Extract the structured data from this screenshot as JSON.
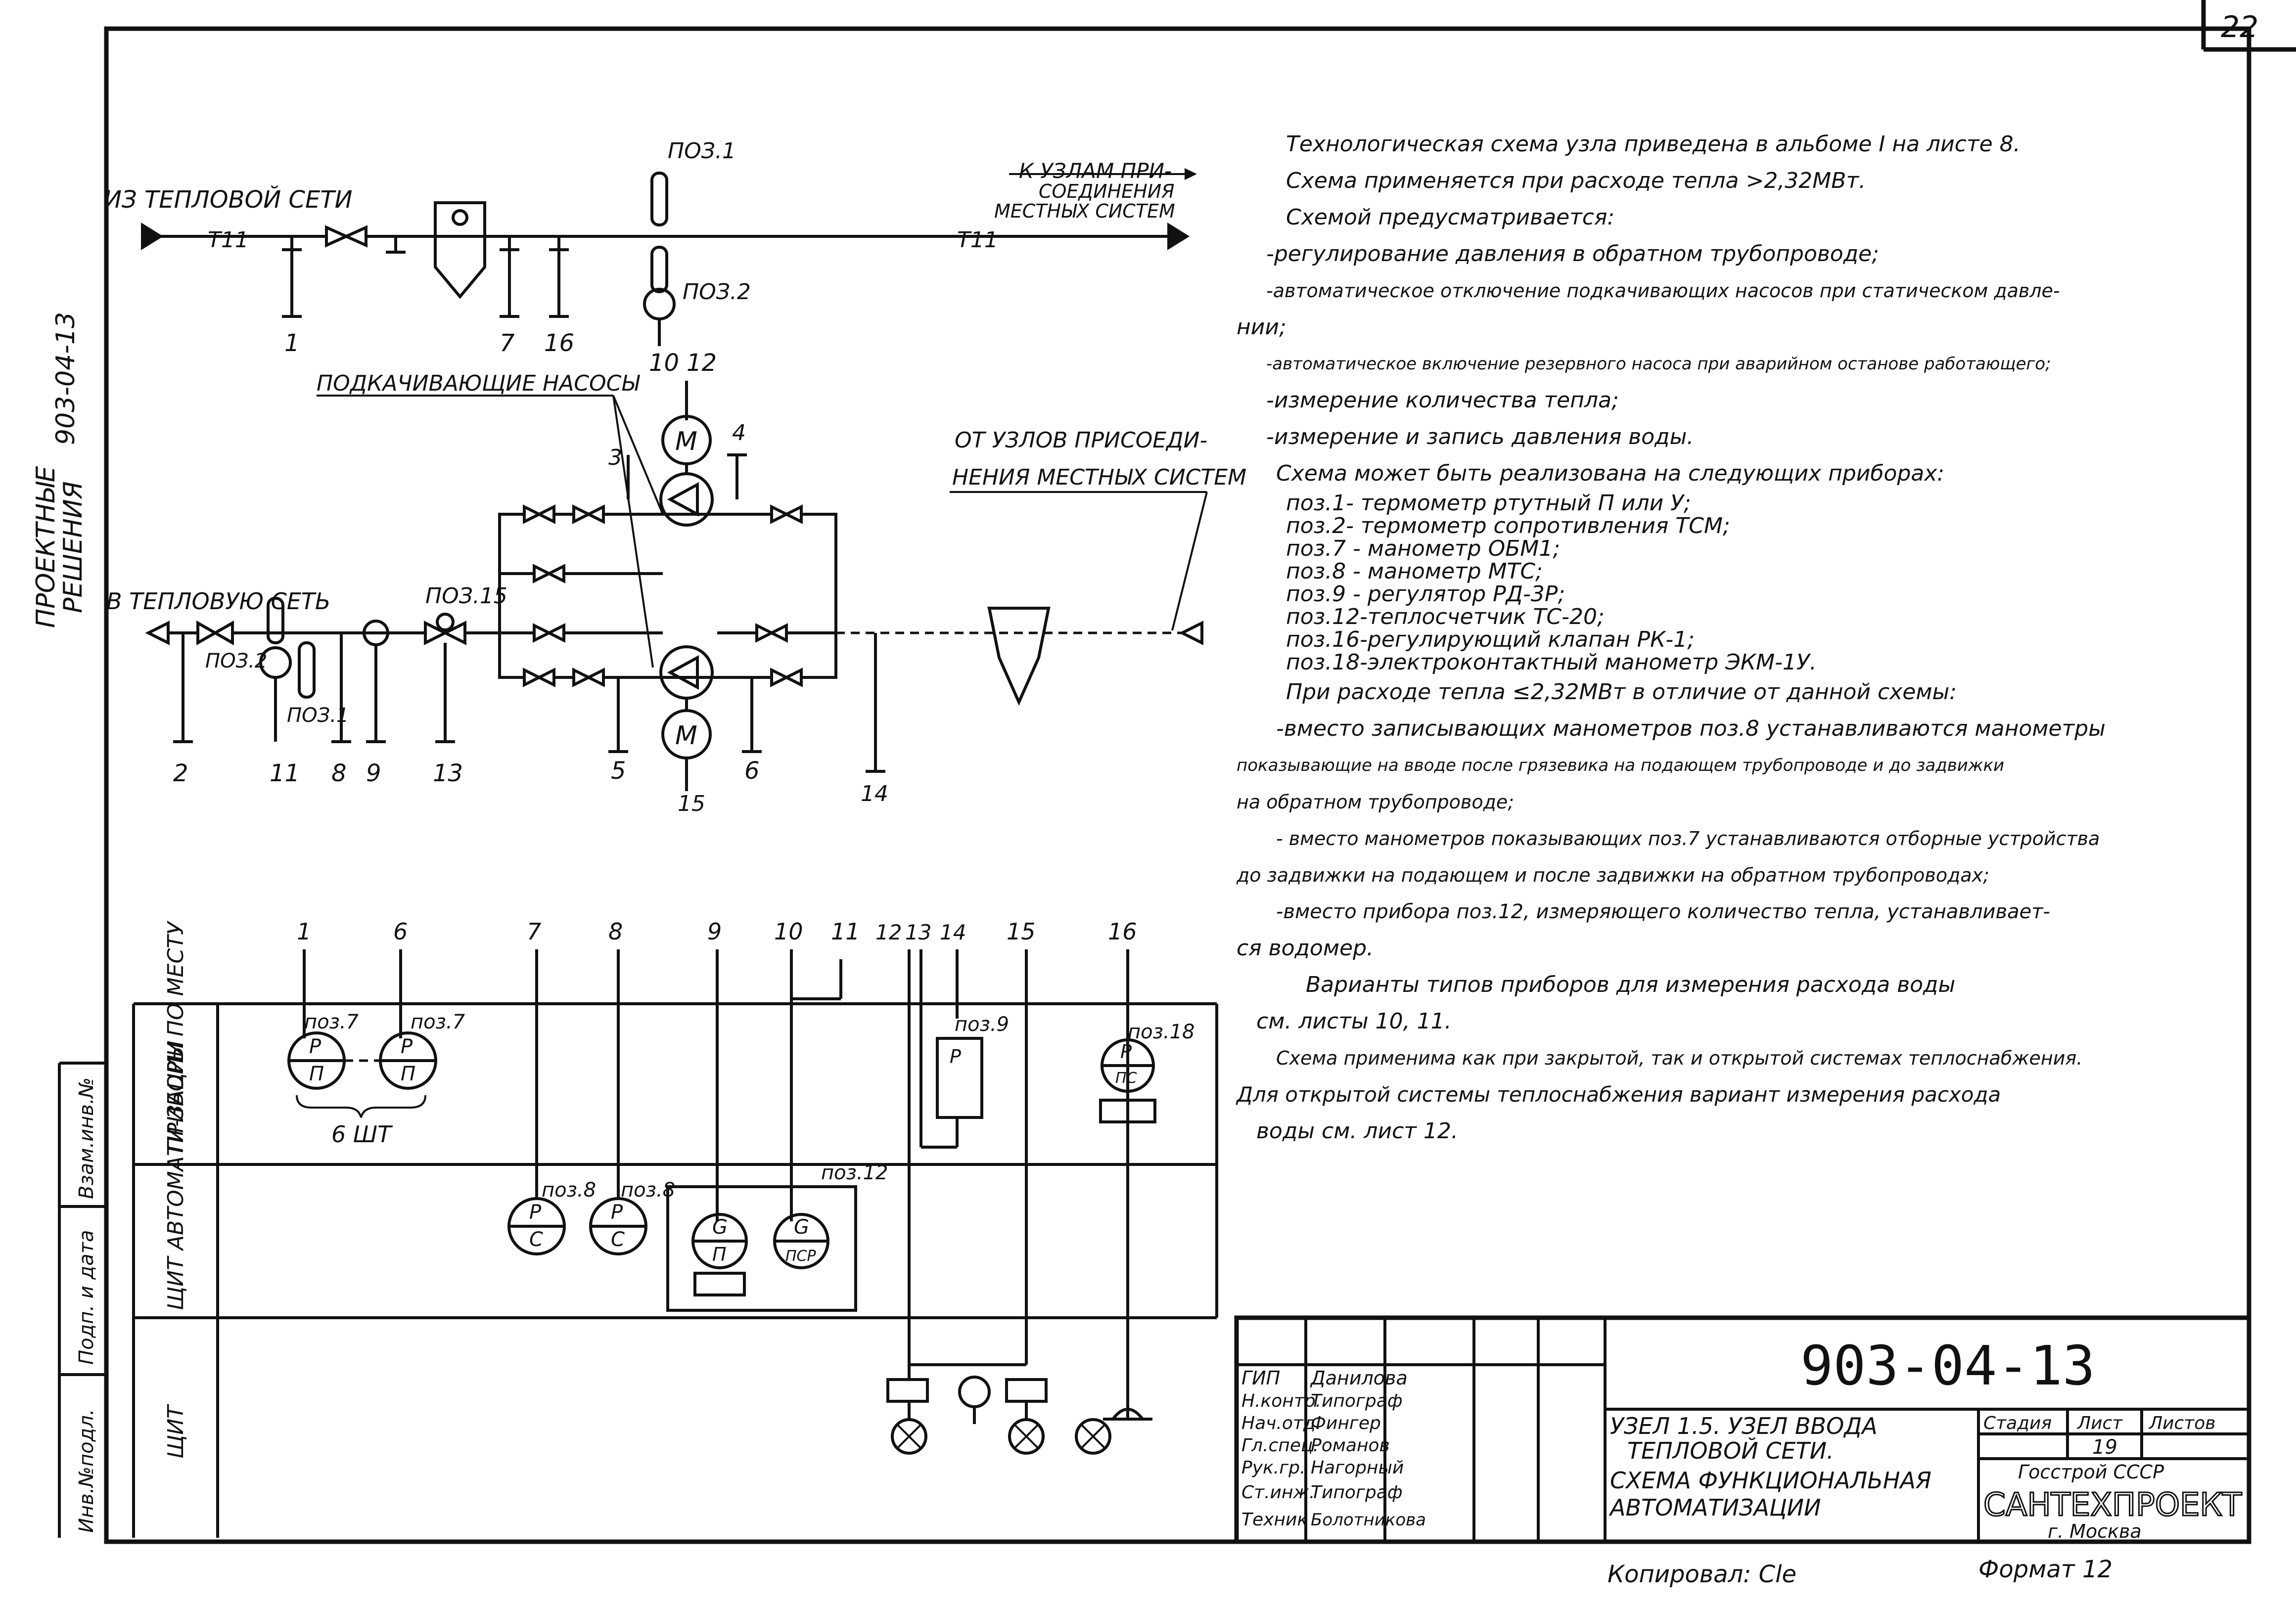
{
  "sheet_number": "22",
  "left_margin": {
    "project_code": "903-04-13",
    "section_title_1": "ПРОЕКТНЫЕ",
    "section_title_2": "РЕШЕНИЯ",
    "stamp_cols": [
      "Инв.№подл.",
      "Подп. и дата",
      "Взам.инв.№"
    ]
  },
  "scheme": {
    "from_network": "ИЗ ТЕПЛОВОЙ СЕТИ",
    "pipe_t11": "T11",
    "to_nodes_line1": "К УЗЛАМ ПРИ-",
    "to_nodes_line2": "СОЕДИНЕНИЯ",
    "to_nodes_line3": "МЕСТНЫХ СИСТЕМ",
    "to_network": "В ТЕПЛОВУЮ СЕТЬ",
    "from_nodes_line1": "ОТ УЗЛОВ ПРИСОЕДИ-",
    "from_nodes_line2": "НЕНИЯ МЕСТНЫХ СИСТЕМ",
    "booster_pumps": "ПОДКАЧИВАЮЩИЕ НАСОСЫ",
    "motor": "М",
    "pos_labels": {
      "p1": "ПОЗ.1",
      "p2": "ПОЗ.2",
      "p2b": "ПОЗ.2",
      "p1b": "ПОЗ.1",
      "p15": "ПОЗ.15"
    },
    "numbers": {
      "n1": "1",
      "n7": "7",
      "n16": "16",
      "n10": "10",
      "n12": "12",
      "n4": "4",
      "n3": "3",
      "n2": "2",
      "n11": "11",
      "n8": "8",
      "n9": "9",
      "n13": "13",
      "n5": "5",
      "n6": "6",
      "n15": "15",
      "n14": "14"
    }
  },
  "instrument_table": {
    "rows": [
      "ПРИБОРЫ ПО МЕСТУ",
      "ЩИТ АВТОМАТИ-ЗАЦИИ",
      "ЩИТ"
    ],
    "top_numbers": [
      "1",
      "6",
      "7",
      "8",
      "9",
      "10",
      "11",
      "12",
      "13",
      "14",
      "15",
      "16"
    ],
    "pos7": "поз.7",
    "six_pcs": "6 ШТ",
    "pos8": "поз.8",
    "pos12": "поз.12",
    "pos9": "поз.9",
    "pos18": "поз.18",
    "sym_p": "P",
    "sym_pi": "П",
    "sym_c": "С",
    "sym_g": "G",
    "sym_pcp": "ПСР",
    "sym_pc": "ПС"
  },
  "notes": [
    "Технологическая схема узла приведена в альбоме I на листе 8.",
    "Схема применяется при расходе тепла >2,32МВт.",
    "Схемой предусматривается:",
    "-регулирование давления в обратном трубопроводе;",
    "-автоматическое отключение подкачивающих насосов при статическом давле-",
    "нии;",
    "-автоматическое включение резервного насоса при аварийном останове работающего;",
    "-измерение количества тепла;",
    "-измерение и запись давления воды.",
    "Схема может быть реализована на следующих приборах:",
    "поз.1- термометр ртутный П или У;",
    "поз.2- термометр сопротивления ТСМ;",
    "поз.7 - манометр ОБМ1;",
    "поз.8 - манометр МТС;",
    "поз.9 - регулятор РД-3Р;",
    "поз.12-теплосчетчик ТС-20;",
    "поз.16-регулирующий клапан РК-1;",
    "поз.18-электроконтактный манометр ЭКМ-1У.",
    "При расходе тепла ≤2,32МВт в отличие от данной схемы:",
    "-вместо записывающих манометров поз.8 устанавливаются манометры",
    "показывающие на вводе после грязевика на подающем трубопроводе и до задвижки",
    "на обратном трубопроводе;",
    "- вместо манометров показывающих поз.7 устанавливаются отборные устройства",
    "до задвижки на подающем и после задвижки на обратном трубопроводах;",
    "-вместо прибора поз.12, измеряющего количество тепла, устанавливает-",
    "ся водомер.",
    "Варианты типов приборов для измерения расхода воды",
    "см. листы 10, 11.",
    "Схема применима как при закрытой, так и открытой системах теплоснабжения.",
    "Для открытой системы теплоснабжения вариант измерения расхода",
    "воды см. лист 12."
  ],
  "title_block": {
    "doc_code": "903-04-13",
    "people": [
      {
        "role": "ГИП",
        "name": "Данилова"
      },
      {
        "role": "Н.контр.",
        "name": "Типограф"
      },
      {
        "role": "Нач.отд.",
        "name": "Фингер"
      },
      {
        "role": "Гл.спец.",
        "name": "Романов"
      },
      {
        "role": "Рук.гр.",
        "name": "Нагорный"
      },
      {
        "role": "Ст.инж.",
        "name": "Типограф"
      },
      {
        "role": "Техник",
        "name": "Болотникова"
      }
    ],
    "title_1": "УЗЕЛ 1.5. УЗЕЛ ВВОДА",
    "title_2": "ТЕПЛОВОЙ СЕТИ.",
    "title_3": "СХЕМА ФУНКЦИОНАЛЬНАЯ",
    "title_4": "АВТОМАТИЗАЦИИ",
    "stage_hdr": "Стадия",
    "sheet_hdr": "Лист",
    "sheets_hdr": "Листов",
    "sheet_val": "19",
    "org_1": "Госстрой СССР",
    "org_2": "САНТЕХПРОЕКТ",
    "org_3": "г. Москва"
  },
  "footer": {
    "copied": "Копировал: Cle",
    "format": "Формат 12"
  }
}
